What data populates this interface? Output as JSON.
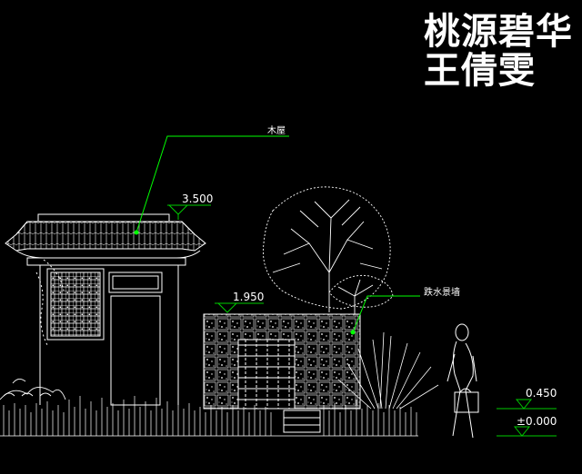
{
  "watermark": {
    "line1": "桃源碧华",
    "line2": "王倩雯"
  },
  "labels": {
    "wooden_house": "木屋",
    "waterfall_wall": "跌水景墙"
  },
  "elevations": {
    "roof_ridge": "3.500",
    "wall_top": "1.950",
    "step": "0.450",
    "ground": "±0.000"
  },
  "colors": {
    "background": "#000000",
    "linework": "#ffffff",
    "leader": "#00ff00",
    "elevation_line": "#00cc00"
  }
}
